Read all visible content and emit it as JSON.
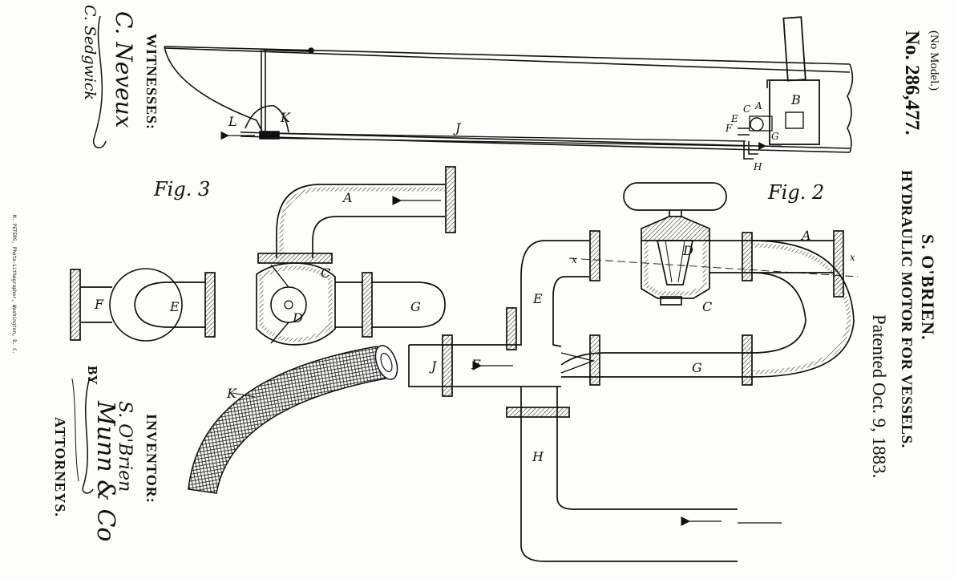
{
  "header": {
    "no_model": "(No Model.)",
    "patent_no": "No. 286,477.",
    "inventor_name": "S. O'BRIEN.",
    "title": "HYDRAULIC MOTOR FOR VESSELS.",
    "patented": "Patented Oct. 9, 1883."
  },
  "figures": {
    "fig2": "Fig. 2",
    "fig3": "Fig. 3"
  },
  "labels": {
    "A": "A",
    "B": "B",
    "C": "C",
    "D": "D",
    "E": "E",
    "F": "F",
    "G": "G",
    "H": "H",
    "J": "J",
    "K": "K",
    "L": "L",
    "x": "x"
  },
  "witnesses": {
    "heading": "WITNESSES:",
    "sig1": "C. Sedgwick",
    "sig2": "C. Neveux"
  },
  "inventor": {
    "heading": "INVENTOR:",
    "sig": "S. O'Brien",
    "by": "BY",
    "attorney_sig": "Munn & Co",
    "attorneys": "ATTORNEYS."
  },
  "imprint": "N. PETERS, Photo-Lithographer, Washington, D. C."
}
